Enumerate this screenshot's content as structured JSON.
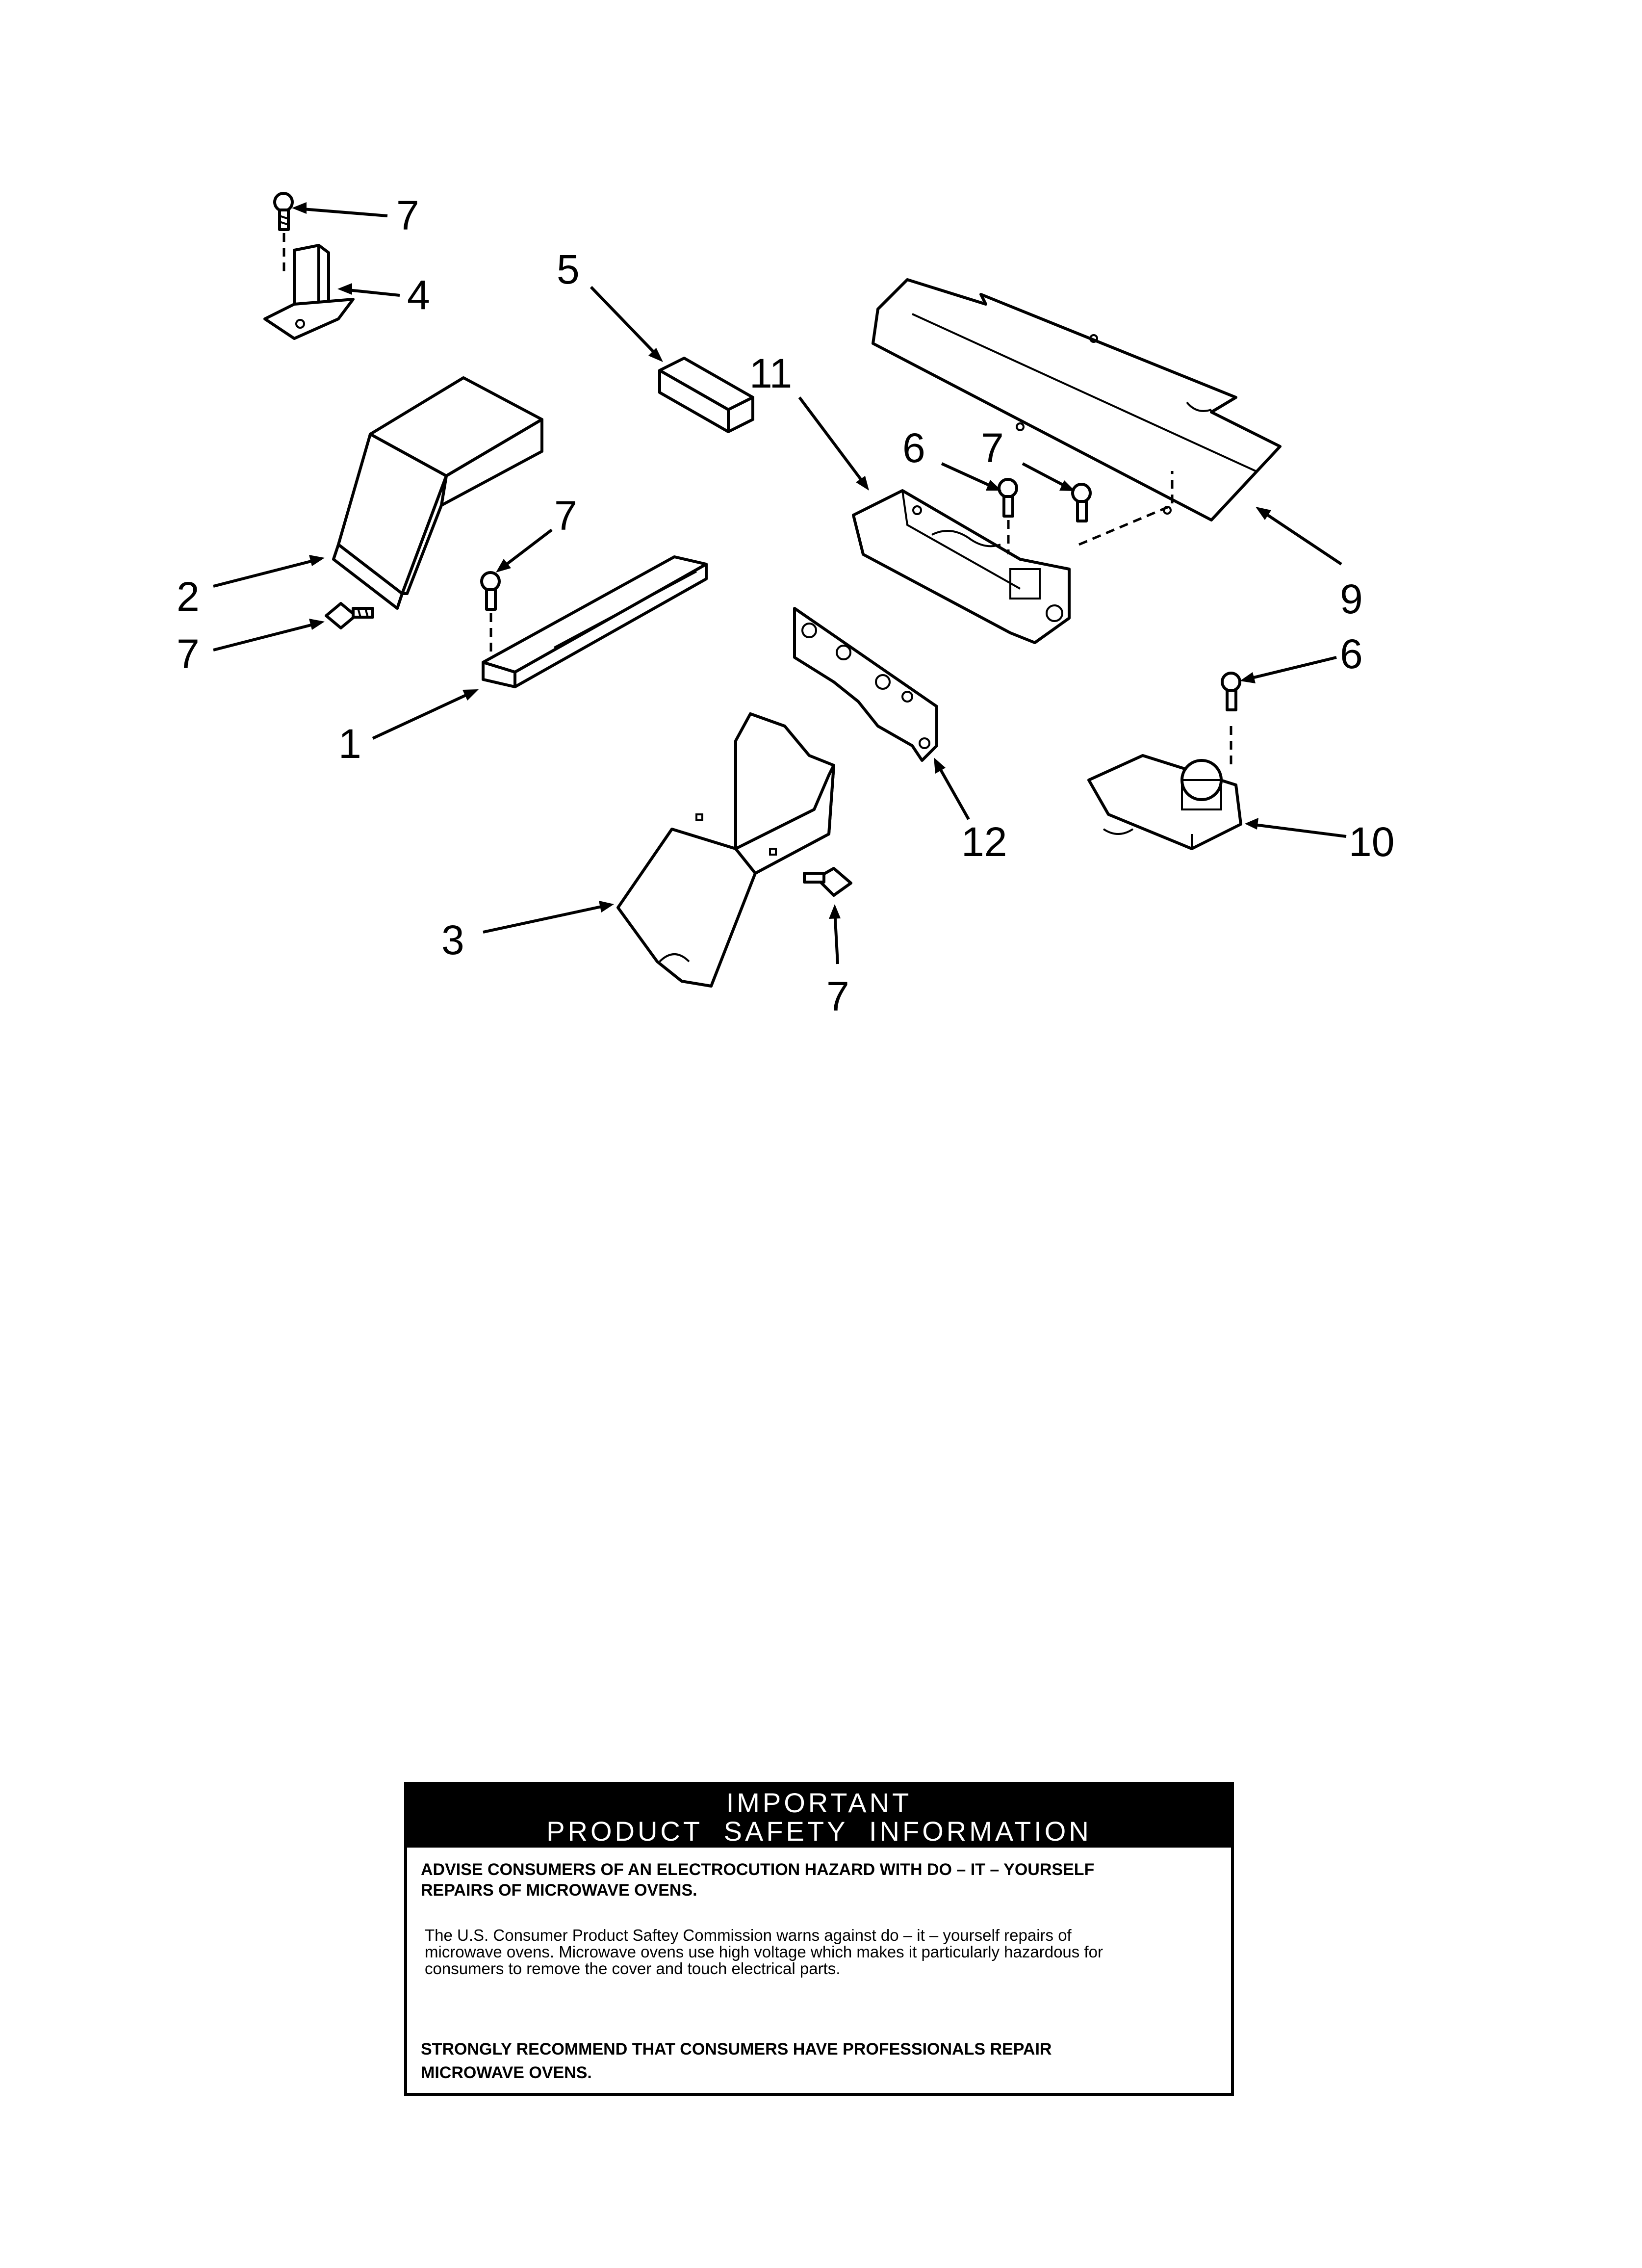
{
  "callouts": {
    "screw_top_left": "7",
    "bracket": "4",
    "foam_block": "5",
    "actuator_switch": "11",
    "plate_top": "6",
    "screw_plate": "7",
    "plate_label": "9",
    "duct": "2",
    "screw_duct_top": "7",
    "screw_duct_left": "7",
    "channel": "1",
    "screw_right": "6",
    "switch_bracket": "12",
    "switch_assembly": "10",
    "shield": "3",
    "screw_shield": "7"
  },
  "safety": {
    "title_line1": "IMPORTANT",
    "title_line2": "PRODUCT SAFETY INFORMATION",
    "advise_line1": "ADVISE CONSUMERS OF AN ELECTROCUTION HAZARD WITH DO – IT – YOURSELF",
    "advise_line2": "REPAIRS OF MICROWAVE OVENS.",
    "warning_line1": "The U.S. Consumer Product Saftey Commission warns against do – it – yourself repairs of",
    "warning_line2": "microwave ovens. Microwave ovens use high voltage which makes it particularly hazardous for",
    "warning_line3": "consumers to remove the cover and touch electrical parts.",
    "recommend_line1": "STRONGLY RECOMMEND THAT CONSUMERS HAVE PROFESSIONALS REPAIR",
    "recommend_line2": "MICROWAVE OVENS."
  }
}
